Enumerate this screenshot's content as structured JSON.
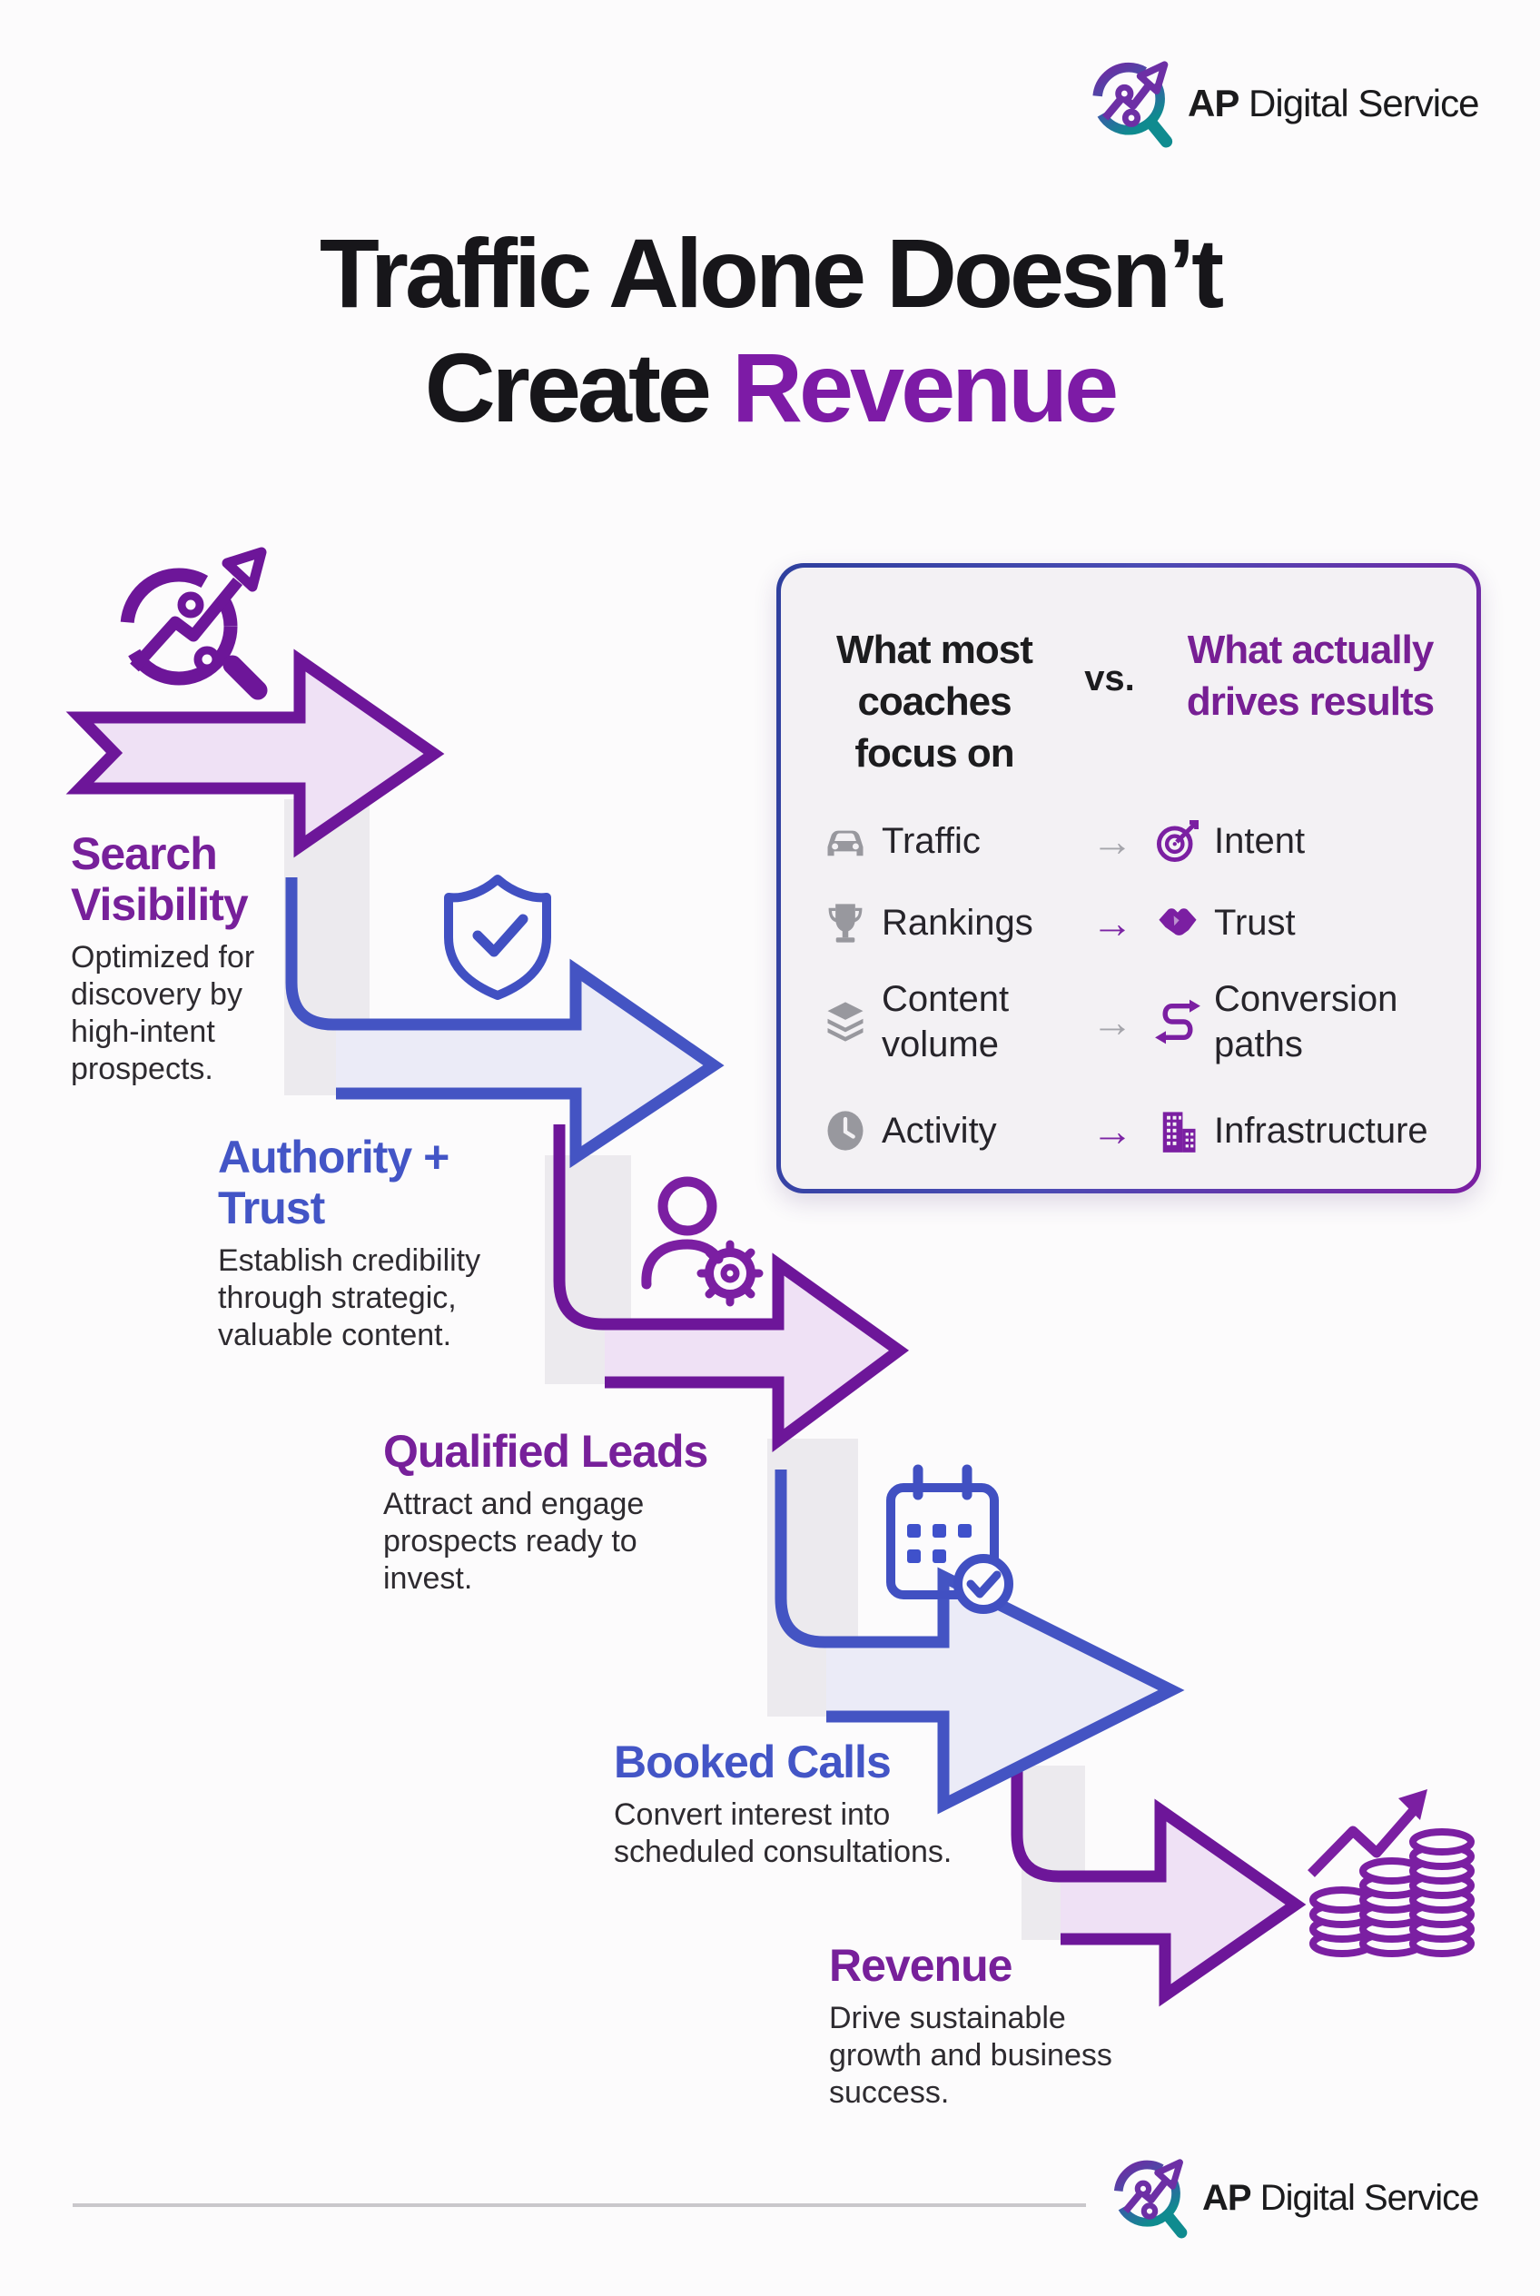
{
  "brand": {
    "bold": "AP",
    "rest": " Digital Service"
  },
  "title": {
    "line1": "Traffic Alone Doesn’t",
    "line2_black": "Create ",
    "line2_accent": "Revenue"
  },
  "comparison": {
    "left_header_lines": [
      "What most",
      "coaches",
      "focus on"
    ],
    "vs_label": "vs.",
    "right_header_lines": [
      "What actually",
      "drives results"
    ],
    "arrow_glyph": "→",
    "rows": [
      {
        "left_icon": "car-icon",
        "left": "Traffic",
        "right_icon": "target-icon",
        "right": "Intent"
      },
      {
        "left_icon": "trophy-icon",
        "left": "Rankings",
        "right_icon": "handshake-icon",
        "right": "Trust"
      },
      {
        "left_icon": "layers-icon",
        "left": "Content volume",
        "right_icon": "conversion-path-icon",
        "right": "Conversion paths"
      },
      {
        "left_icon": "clock-icon",
        "left": "Activity",
        "right_icon": "building-icon",
        "right": "Infrastructure"
      }
    ]
  },
  "steps": [
    {
      "title": "Search Visibility",
      "desc": "Optimized for discovery by high-intent prospects.",
      "icon": "search-growth-icon"
    },
    {
      "title": "Authority + Trust",
      "desc": "Establish credibility through strategic, valuable content.",
      "icon": "shield-check-icon"
    },
    {
      "title": "Qualified Leads",
      "desc": "Attract and engage prospects ready to invest.",
      "icon": "person-gear-icon"
    },
    {
      "title": "Booked Calls",
      "desc": "Convert interest into scheduled consultations.",
      "icon": "calendar-check-icon"
    },
    {
      "title": "Revenue",
      "desc": "Drive sustainable growth and business success.",
      "icon": "coins-growth-icon"
    }
  ],
  "colors": {
    "accent_purple": "#7b1fa2",
    "accent_indigo": "#4454c3",
    "logo_teal": "#0f8b8f",
    "gray_icon": "#98989e"
  }
}
